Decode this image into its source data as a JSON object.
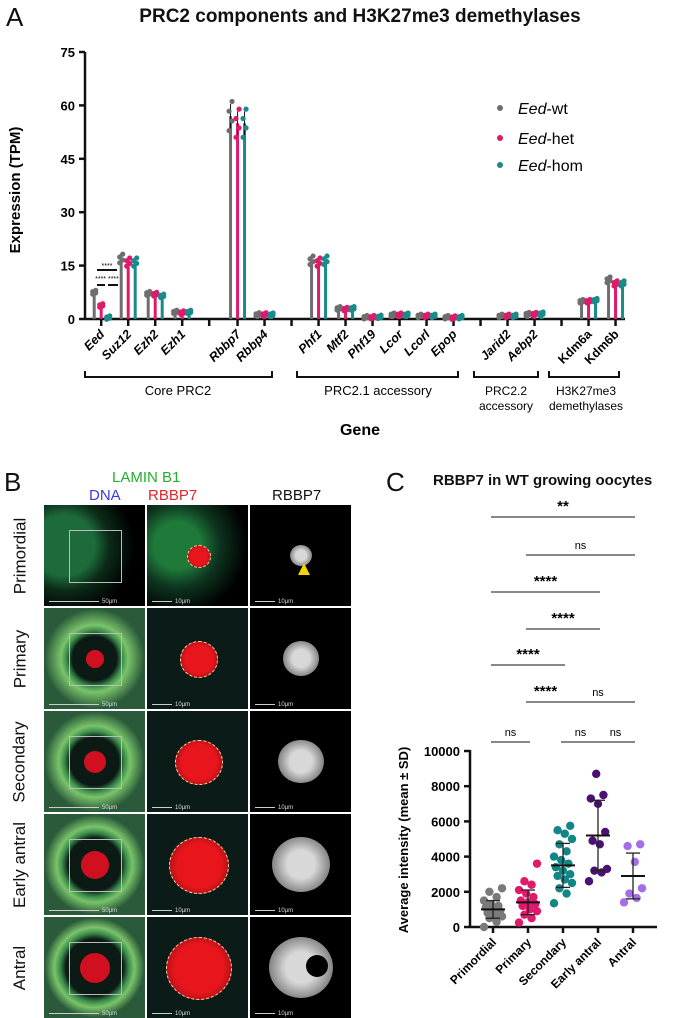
{
  "panelA": {
    "letter": "A",
    "title": "PRC2 components and H3K27me3 demethylases",
    "ylabel": "Expression (TPM)",
    "xlabel": "Gene",
    "yticks": [
      "0",
      "15",
      "30",
      "45",
      "60",
      "75"
    ],
    "legend": [
      {
        "italic": "Eed",
        "suffix": "-wt",
        "color": "#6e6e6e"
      },
      {
        "italic": "Eed",
        "suffix": "-het",
        "color": "#e0196a"
      },
      {
        "italic": "Eed",
        "suffix": "-hom",
        "color": "#1a8a8a"
      }
    ],
    "groups": [
      {
        "label": "Core PRC2"
      },
      {
        "label": "PRC2.1 accessory"
      },
      {
        "label": "PRC2.2 accessory"
      },
      {
        "label": "H3K27me3 demethylases"
      }
    ],
    "sig_labels": [
      "****",
      "**** ****"
    ]
  },
  "panelB": {
    "letter": "B",
    "header_lamin": "LAMIN B1",
    "header_dna": "DNA",
    "header_rbbp7_merge": "RBBP7",
    "header_rbbp7_gray": "RBBP7",
    "rows": [
      "Primordial",
      "Primary",
      "Secondary",
      "Early antral",
      "Antral"
    ],
    "scale_50": "50µm",
    "scale_10": "10µm"
  },
  "panelC": {
    "letter": "C",
    "title": "RBBP7 in WT growing oocytes",
    "ylabel": "Average intensity (mean ± SD)",
    "yticks": [
      "0",
      "2000",
      "4000",
      "6000",
      "8000",
      "10000"
    ],
    "categories": [
      "Primordial",
      "Primary",
      "Secondary",
      "Early antral",
      "Antral"
    ],
    "sig": [
      "**",
      "ns",
      "****",
      "****",
      "****",
      "****",
      "ns",
      "ns",
      "ns",
      "ns"
    ]
  },
  "chart_data": [
    {
      "type": "bar",
      "title": "PRC2 components and H3K27me3 demethylases",
      "xlabel": "Gene",
      "ylabel": "Expression (TPM)",
      "ylim": [
        0,
        75
      ],
      "yticks": [
        0,
        15,
        30,
        45,
        60,
        75
      ],
      "categories": [
        "Eed",
        "Suz12",
        "Ezh2",
        "Ezh1",
        "Rbbp7",
        "Rbbp4",
        "Phf1",
        "Mtf2",
        "Phf19",
        "Lcor",
        "Lcorl",
        "Epop",
        "Jarid2",
        "Aebp2",
        "Kdm6a",
        "Kdm6b"
      ],
      "category_groups": {
        "Core PRC2": [
          "Eed",
          "Suz12",
          "Ezh2",
          "Ezh1",
          "Rbbp7",
          "Rbbp4"
        ],
        "PRC2.1 accessory": [
          "Phf1",
          "Mtf2",
          "Phf19",
          "Lcor",
          "Lcorl",
          "Epop"
        ],
        "PRC2.2 accessory": [
          "Jarid2",
          "Aebp2"
        ],
        "H3K27me3 demethylases": [
          "Kdm6a",
          "Kdm6b"
        ]
      },
      "series": [
        {
          "name": "Eed-wt",
          "color": "#6e6e6e",
          "values": [
            7.5,
            17,
            7.2,
            2.0,
            57,
            1.3,
            16.5,
            3.0,
            0.5,
            1.2,
            0.9,
            0.5,
            0.9,
            1.4,
            5.0,
            11
          ]
        },
        {
          "name": "Eed-het",
          "color": "#e0196a",
          "values": [
            3.8,
            16,
            7.0,
            1.8,
            55,
            1.3,
            16,
            2.8,
            0.5,
            1.2,
            0.9,
            0.4,
            0.9,
            1.4,
            5.0,
            10
          ]
        },
        {
          "name": "Eed-hom",
          "color": "#1a8a8a",
          "values": [
            0.4,
            16,
            6.5,
            2.0,
            55,
            1.2,
            16.5,
            3.0,
            0.6,
            1.2,
            0.9,
            0.5,
            0.9,
            1.5,
            5.3,
            10
          ]
        }
      ],
      "annotations": [
        "Eed wt vs hom ****",
        "Eed wt vs het ****",
        "Eed het vs hom ****"
      ],
      "legend_position": "right"
    },
    {
      "type": "scatter",
      "title": "RBBP7 in WT growing oocytes",
      "xlabel": "",
      "ylabel": "Average intensity (mean ± SD)",
      "ylim": [
        0,
        10000
      ],
      "yticks": [
        0,
        2000,
        4000,
        6000,
        8000,
        10000
      ],
      "categories": [
        "Primordial",
        "Primary",
        "Secondary",
        "Early antral",
        "Antral"
      ],
      "series": [
        {
          "name": "Primordial",
          "color": "#7a7a7a",
          "mean": 1000,
          "sd": 500,
          "points": [
            0,
            300,
            500,
            600,
            700,
            800,
            900,
            1000,
            1100,
            1200,
            1300,
            1500,
            1700,
            2000,
            2200
          ]
        },
        {
          "name": "Primary",
          "color": "#e0196a",
          "mean": 1400,
          "sd": 700,
          "points": [
            250,
            500,
            700,
            900,
            1000,
            1200,
            1300,
            1400,
            1500,
            1700,
            1900,
            2100,
            2400,
            2600,
            3600
          ]
        },
        {
          "name": "Secondary",
          "color": "#138585",
          "mean": 3500,
          "sd": 1250,
          "points": [
            1350,
            1900,
            2200,
            2500,
            2700,
            2900,
            3000,
            3200,
            3400,
            3600,
            3800,
            4000,
            4300,
            4700,
            5000,
            5300,
            5500,
            5750
          ]
        },
        {
          "name": "Early antral",
          "color": "#4a1072",
          "mean": 5200,
          "sd": 2000,
          "points": [
            2600,
            3100,
            3200,
            3300,
            4700,
            4900,
            5400,
            7000,
            7300,
            7500,
            8700
          ]
        },
        {
          "name": "Antral",
          "color": "#a66ee6",
          "mean": 2900,
          "sd": 1300,
          "points": [
            1400,
            1650,
            1900,
            2200,
            3700,
            4600,
            4700
          ]
        }
      ],
      "comparisons": [
        {
          "pair": [
            "Primordial",
            "Antral"
          ],
          "label": "**"
        },
        {
          "pair": [
            "Primary",
            "Antral"
          ],
          "label": "ns"
        },
        {
          "pair": [
            "Primordial",
            "Early antral"
          ],
          "label": "****"
        },
        {
          "pair": [
            "Primary",
            "Early antral"
          ],
          "label": "****"
        },
        {
          "pair": [
            "Primordial",
            "Secondary"
          ],
          "label": "****"
        },
        {
          "pair": [
            "Primary",
            "Secondary"
          ],
          "label": "****"
        },
        {
          "pair": [
            "Secondary",
            "Antral"
          ],
          "label": "ns"
        },
        {
          "pair": [
            "Primordial",
            "Primary"
          ],
          "label": "ns"
        },
        {
          "pair": [
            "Secondary",
            "Early antral"
          ],
          "label": "ns"
        },
        {
          "pair": [
            "Early antral",
            "Antral"
          ],
          "label": "ns"
        }
      ]
    }
  ]
}
